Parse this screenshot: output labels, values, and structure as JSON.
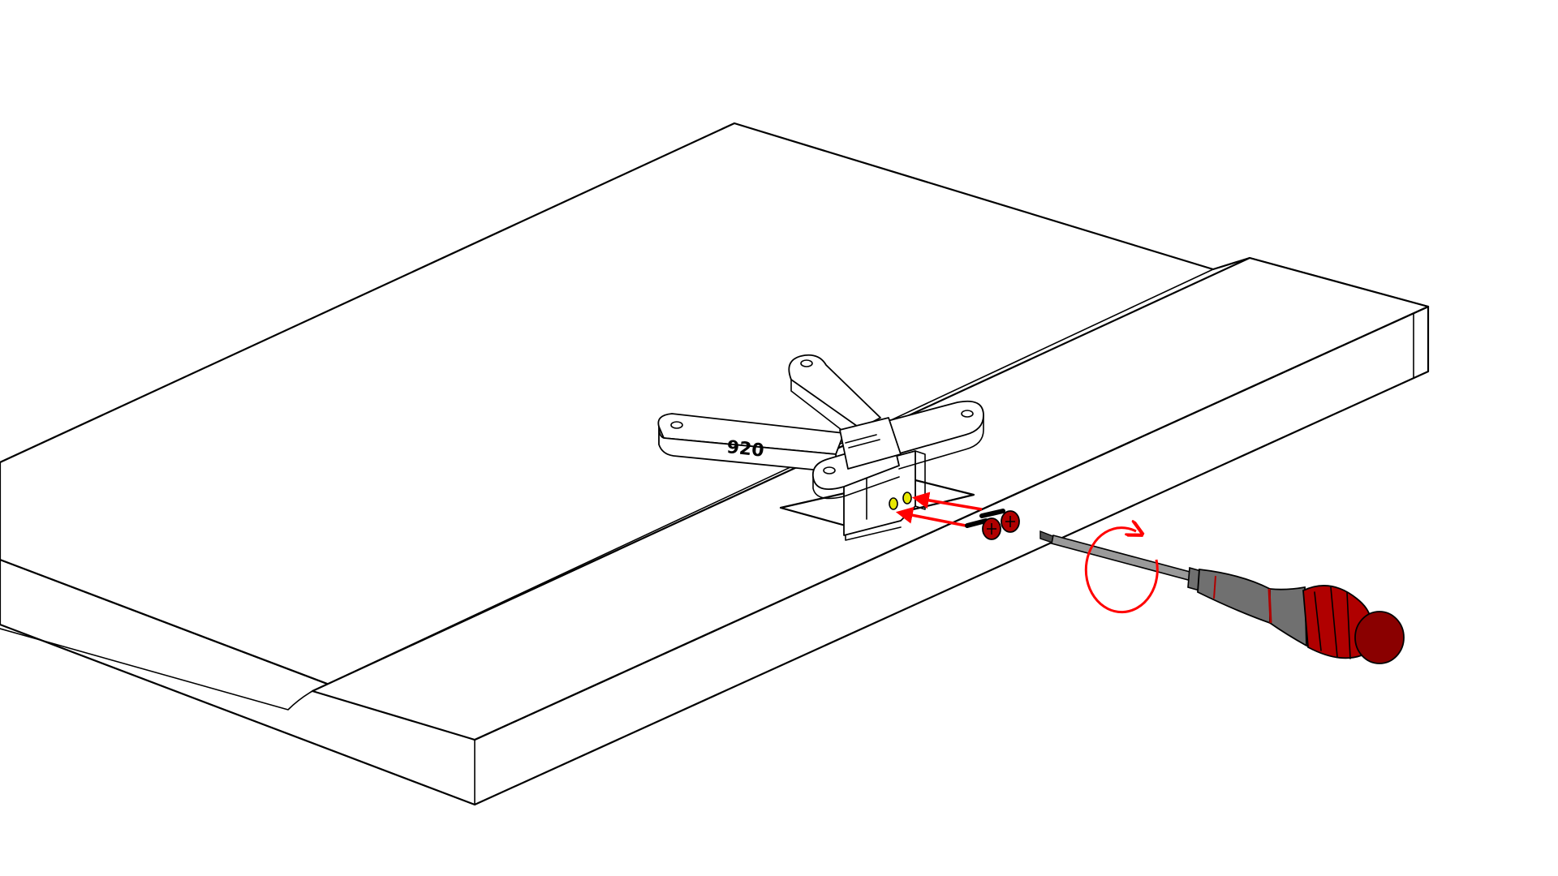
{
  "bracket": {
    "label": "920"
  },
  "colors": {
    "line": "#000000",
    "background": "#ffffff",
    "arrow": "#ff0000",
    "hole_highlight": "#e8e800",
    "handle_red": "#b00000",
    "handle_dark_red": "#8a0000",
    "handle_grey": "#707070",
    "shaft": "#9a9a9a"
  },
  "icons": {
    "screws": "screw-pair-icon",
    "screwdriver": "screwdriver-icon",
    "rotation": "clockwise-rotation-icon",
    "insert_arrows": "insert-arrow-icon"
  },
  "step": {
    "screw_count": 2,
    "rotation": "clockwise"
  }
}
